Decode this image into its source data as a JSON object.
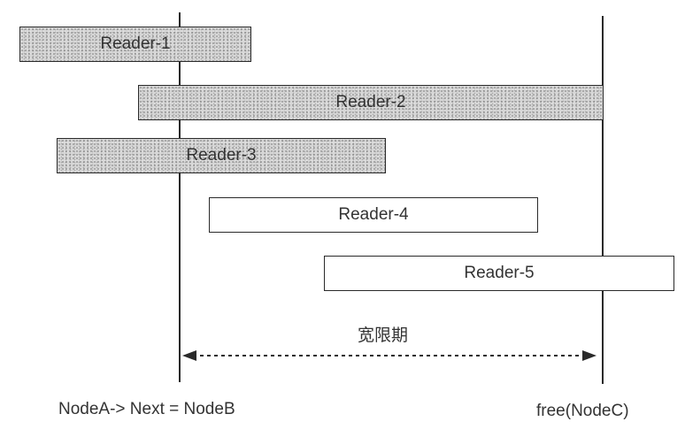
{
  "readers": [
    {
      "label": "Reader-1",
      "stippled": true
    },
    {
      "label": "Reader-2",
      "stippled": true
    },
    {
      "label": "Reader-3",
      "stippled": true
    },
    {
      "label": "Reader-4",
      "stippled": false
    },
    {
      "label": "Reader-5",
      "stippled": false
    }
  ],
  "grace_period_label": "宽限期",
  "left_event_label": "NodeA-> Next = NodeB",
  "right_event_label": "free(NodeC)",
  "colors": {
    "line": "#2a2a2a",
    "stipple": "#d6d6d6",
    "text": "#333333"
  }
}
